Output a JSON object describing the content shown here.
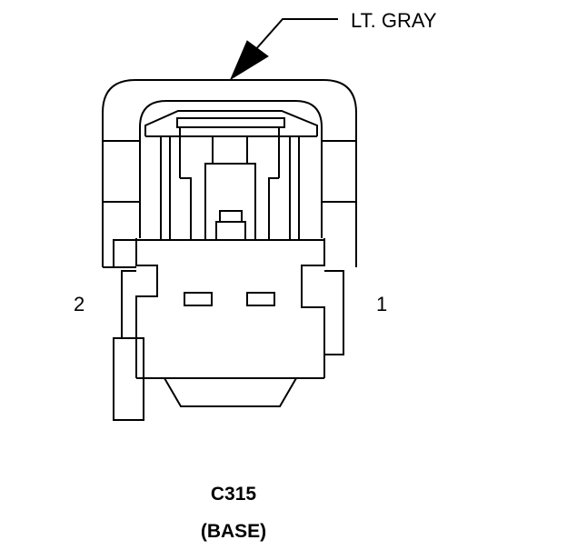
{
  "diagram": {
    "callout": {
      "text": "LT. GRAY"
    },
    "pins": [
      {
        "text": "2"
      },
      {
        "text": "1"
      }
    ],
    "connector": {
      "id": "C315",
      "variant": "(BASE)"
    },
    "colors": {
      "ink": "#000000",
      "background": "#ffffff"
    }
  }
}
